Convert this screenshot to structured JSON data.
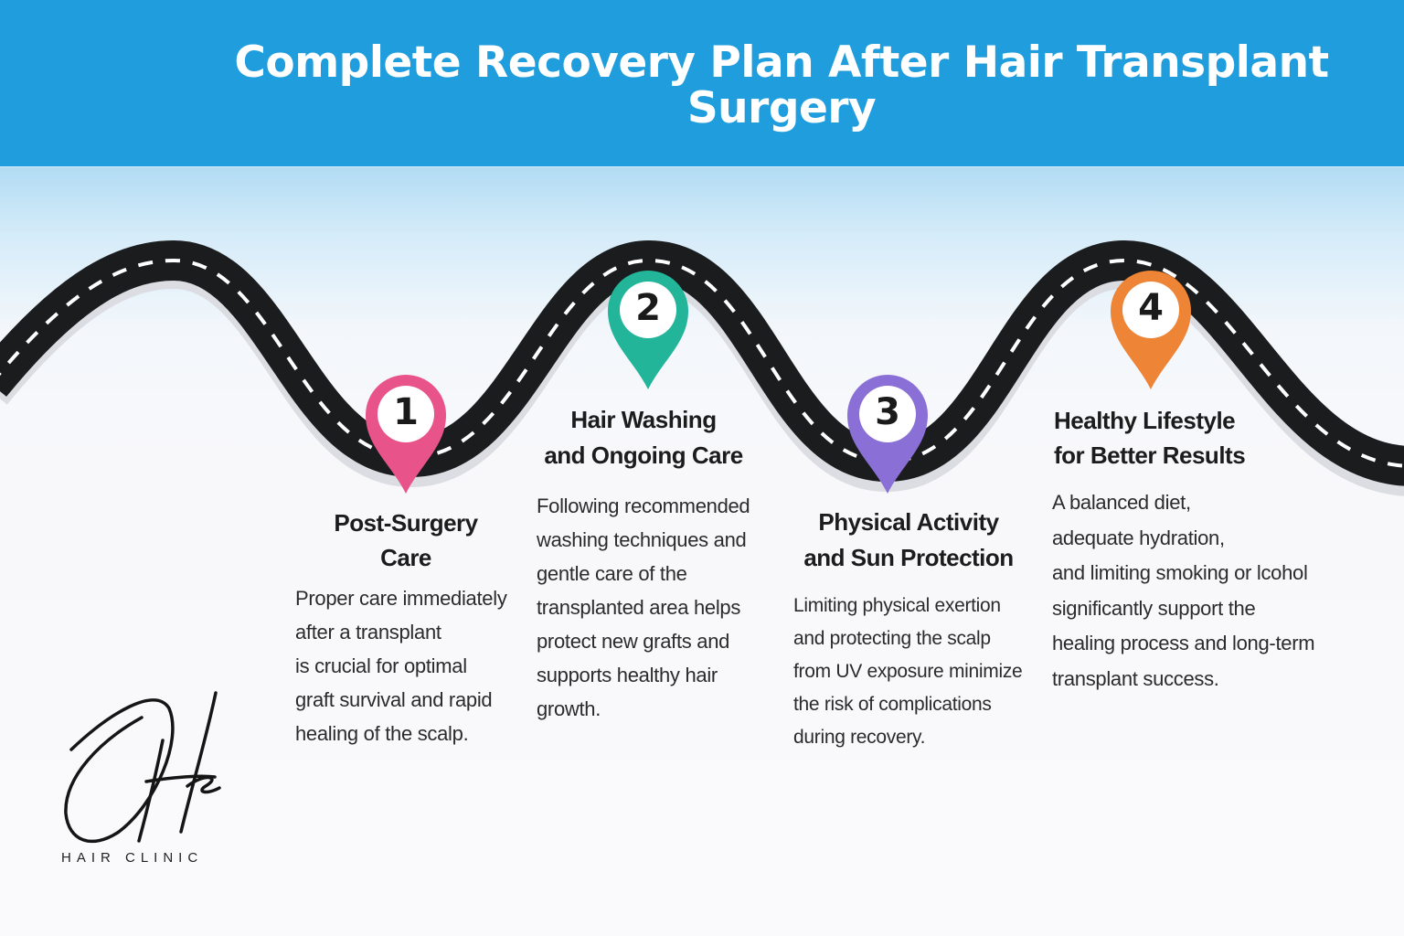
{
  "header": {
    "title": "Complete Recovery Plan After Hair Transplant Surgery"
  },
  "colors": {
    "header": "#1f9ddc",
    "step1": "#e8548a",
    "step2": "#22b59a",
    "step3": "#8a6fd6",
    "step4": "#ee8435",
    "road": "#1b1c1e"
  },
  "steps": [
    {
      "number": "1",
      "title": [
        "Post-Surgery",
        "Care"
      ],
      "description": [
        "Proper care immediately",
        "after a transplant",
        "is crucial for optimal",
        "graft survival and rapid",
        "healing of the scalp."
      ]
    },
    {
      "number": "2",
      "title": [
        "Hair Washing",
        "and Ongoing Care"
      ],
      "description": [
        "Following recommended",
        "washing techniques and",
        "gentle care of the",
        "transplanted area helps",
        "protect new grafts and",
        "supports healthy hair",
        "growth."
      ]
    },
    {
      "number": "3",
      "title": [
        "Physical Activity",
        "and Sun Protection"
      ],
      "description": [
        "Limiting physical exertion",
        "and protecting the scalp",
        "from UV exposure minimize",
        "the risk of complications",
        "during recovery."
      ]
    },
    {
      "number": "4",
      "title": [
        "Healthy Lifestyle",
        "for Better Results"
      ],
      "description": [
        "A balanced diet,",
        "adequate hydration,",
        "and limiting smoking or lcohol",
        "significantly support the",
        "healing process and long-term",
        "transplant success."
      ]
    }
  ],
  "logo": {
    "monogram": "OHC",
    "text": "HAIR CLINIC"
  }
}
